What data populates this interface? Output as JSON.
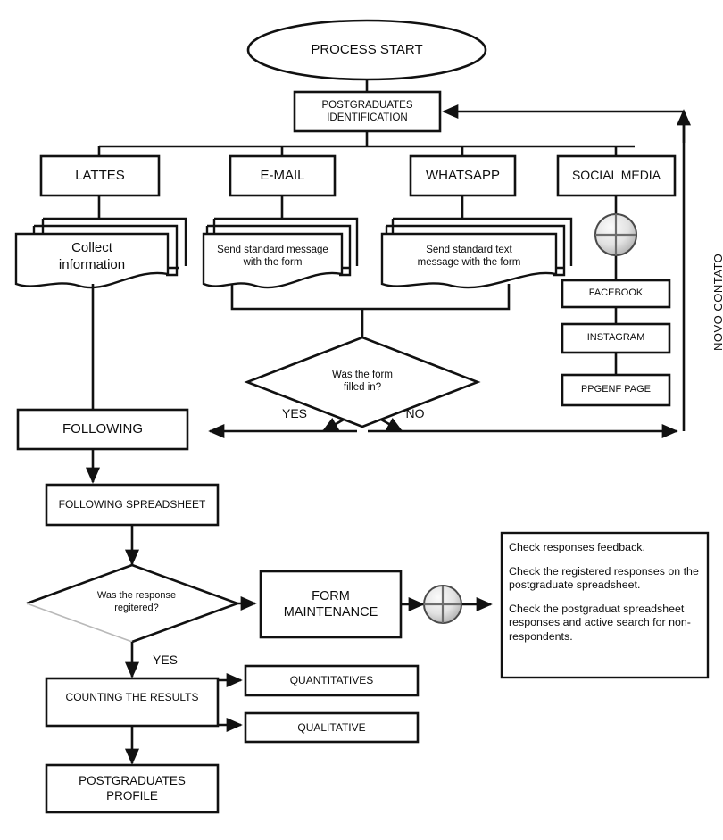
{
  "diagram": {
    "title_vertical_label": "NOVO CONTATO",
    "start": {
      "label": "PROCESS START"
    },
    "identification": {
      "label": "POSTGRADUATES\nIDENTIFICATION",
      "line1": "POSTGRADUATES",
      "line2": "IDENTIFICATION"
    },
    "channels": [
      {
        "id": "lattes",
        "label": "LATTES"
      },
      {
        "id": "email",
        "label": "E-MAIL"
      },
      {
        "id": "whatsapp",
        "label": "WHATSAPP"
      },
      {
        "id": "social_media",
        "label": "SOCIAL MEDIA"
      }
    ],
    "documents": [
      {
        "id": "collect-information",
        "line1": "Collect",
        "line2": "information"
      },
      {
        "id": "email-message",
        "line1": "Send standard message",
        "line2": "with the form"
      },
      {
        "id": "whatsapp-message",
        "line1": "Send standard text",
        "line2": "message with the form"
      }
    ],
    "social_pages": [
      {
        "id": "facebook",
        "label": "FACEBOOK"
      },
      {
        "id": "instagram",
        "label": "INSTAGRAM"
      },
      {
        "id": "ppgenf",
        "label": "PPGENF PAGE"
      }
    ],
    "decision_form": {
      "line1": "Was the form",
      "line2": "filled in?",
      "yes": "YES",
      "no": "NO"
    },
    "following": {
      "label": "FOLLOWING"
    },
    "following_spreadsheet": {
      "label": "FOLLOWING SPREADSHEET"
    },
    "decision_response": {
      "line1": "Was the response",
      "line2": "regitered?",
      "yes": "YES"
    },
    "form_maintenance": {
      "line1": "FORM",
      "line2": "MAINTENANCE"
    },
    "note": {
      "p1": "Check responses feedback.",
      "p2": "Check the registered responses on the postgraduate spreadsheet.",
      "p3": "Check the postgraduat spreadsheet responses and active search for non-respondents."
    },
    "counting": {
      "label": "COUNTING THE RESULTS"
    },
    "outputs": [
      {
        "id": "quantitatives",
        "label": "QUANTITATIVES"
      },
      {
        "id": "qualitative",
        "label": "QUALITATIVE"
      }
    ],
    "profile": {
      "line1": "POSTGRADUATES",
      "line2": "PROFILE"
    },
    "colors": {
      "stroke": "#111111",
      "faint_stroke": "#b9b9b9",
      "text": "#0d0d0d",
      "fill": "#ffffff",
      "connector_light": "#f2f2f2",
      "connector_dark": "#9a9a9a"
    }
  }
}
